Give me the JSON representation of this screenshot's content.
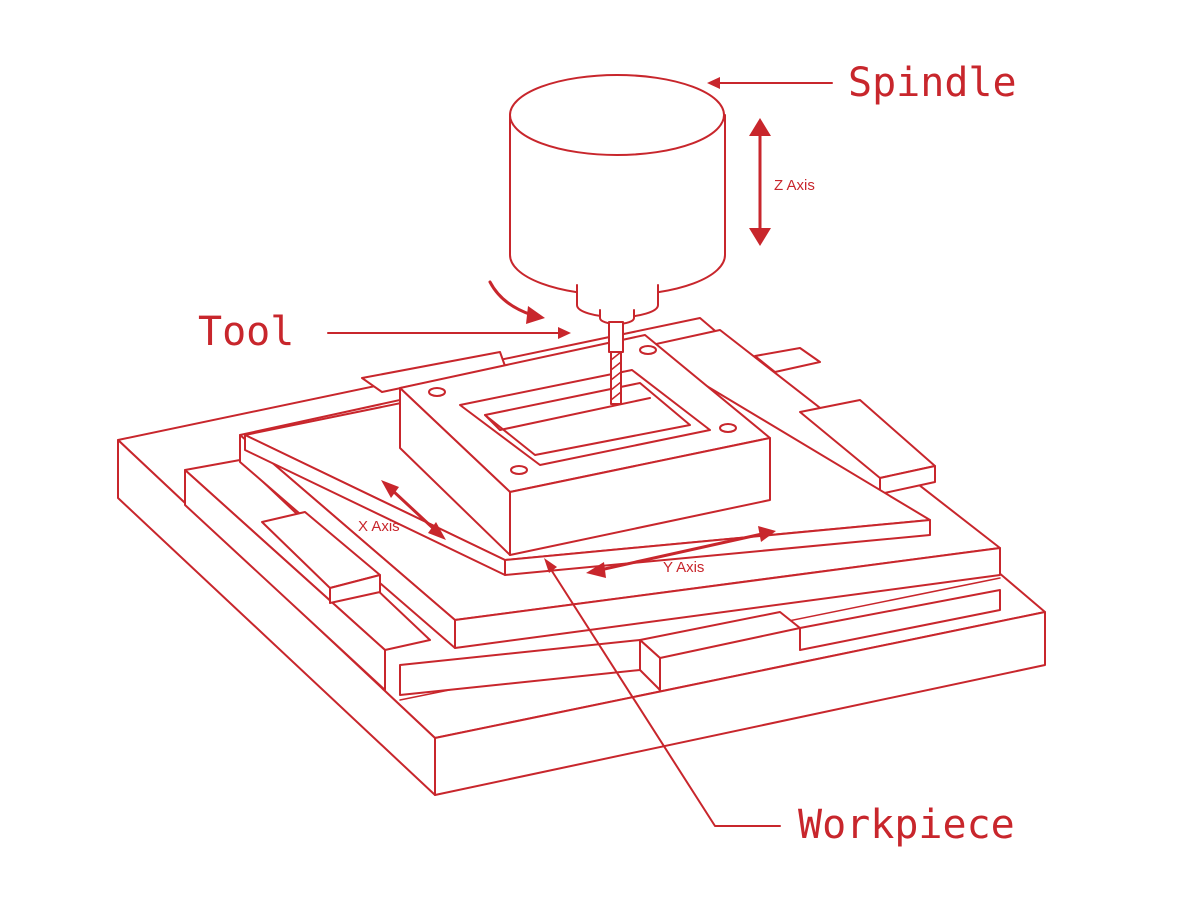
{
  "labels": {
    "spindle": "Spindle",
    "tool": "Tool",
    "workpiece": "Workpiece",
    "z_axis": "Z Axis",
    "x_axis": "X Axis",
    "y_axis": "Y Axis"
  },
  "colors": {
    "line": "#c8262c",
    "background": "#ffffff"
  }
}
